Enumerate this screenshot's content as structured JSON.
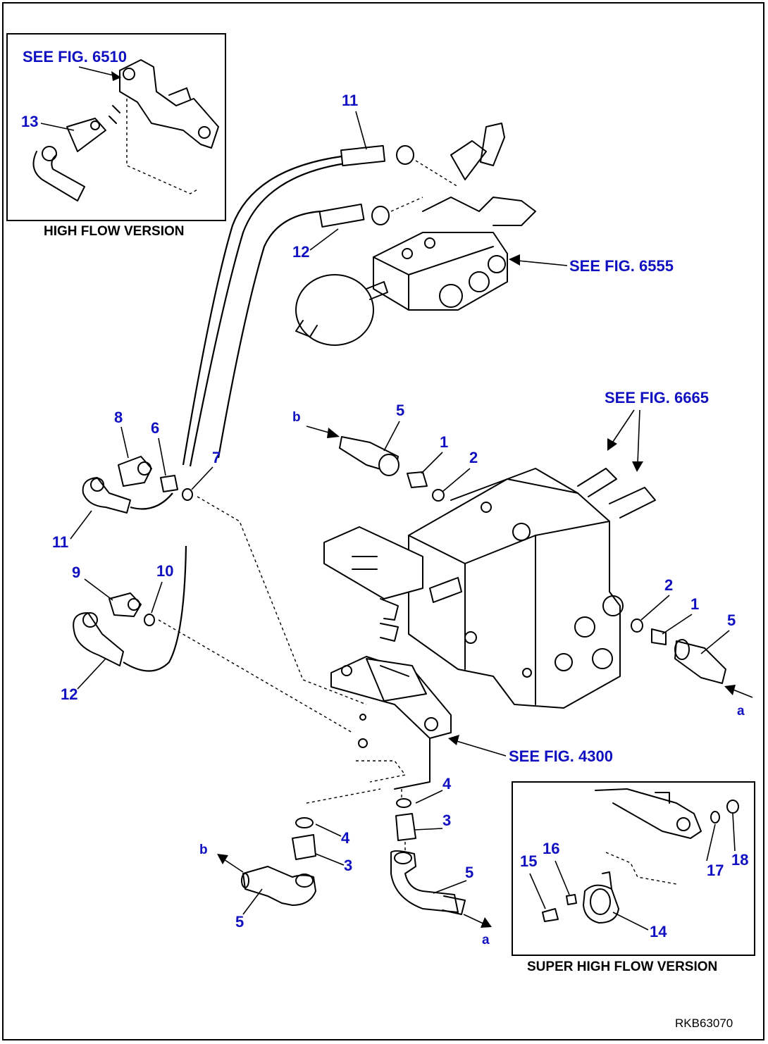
{
  "figure_code": "RKB63070",
  "insets": {
    "high_flow": {
      "caption": "HIGH FLOW VERSION",
      "see_ref": "SEE FIG. 6510",
      "callout": "13"
    },
    "super_high_flow": {
      "caption": "SUPER HIGH FLOW VERSION",
      "callouts": [
        "14",
        "15",
        "16",
        "17",
        "18"
      ]
    }
  },
  "references": {
    "fig_6510": "SEE FIG. 6510",
    "fig_6555": "SEE FIG. 6555",
    "fig_6665": "SEE FIG. 6665",
    "fig_4300": "SEE FIG. 4300"
  },
  "callouts": {
    "c1a": "1",
    "c1b": "1",
    "c2a": "2",
    "c2b": "2",
    "c3a": "3",
    "c3b": "3",
    "c4a": "4",
    "c4b": "4",
    "c5a": "5",
    "c5b": "5",
    "c5c": "5",
    "c5d": "5",
    "c6": "6",
    "c7": "7",
    "c8": "8",
    "c9": "9",
    "c10": "10",
    "c11a": "11",
    "c11b": "11",
    "c12a": "12",
    "c12b": "12",
    "c13": "13",
    "c14": "14",
    "c15": "15",
    "c16": "16",
    "c17": "17",
    "c18": "18",
    "a1": "a",
    "a2": "a",
    "b1": "b",
    "b2": "b"
  },
  "colors": {
    "callout": "#1010c0",
    "line": "#000000"
  }
}
